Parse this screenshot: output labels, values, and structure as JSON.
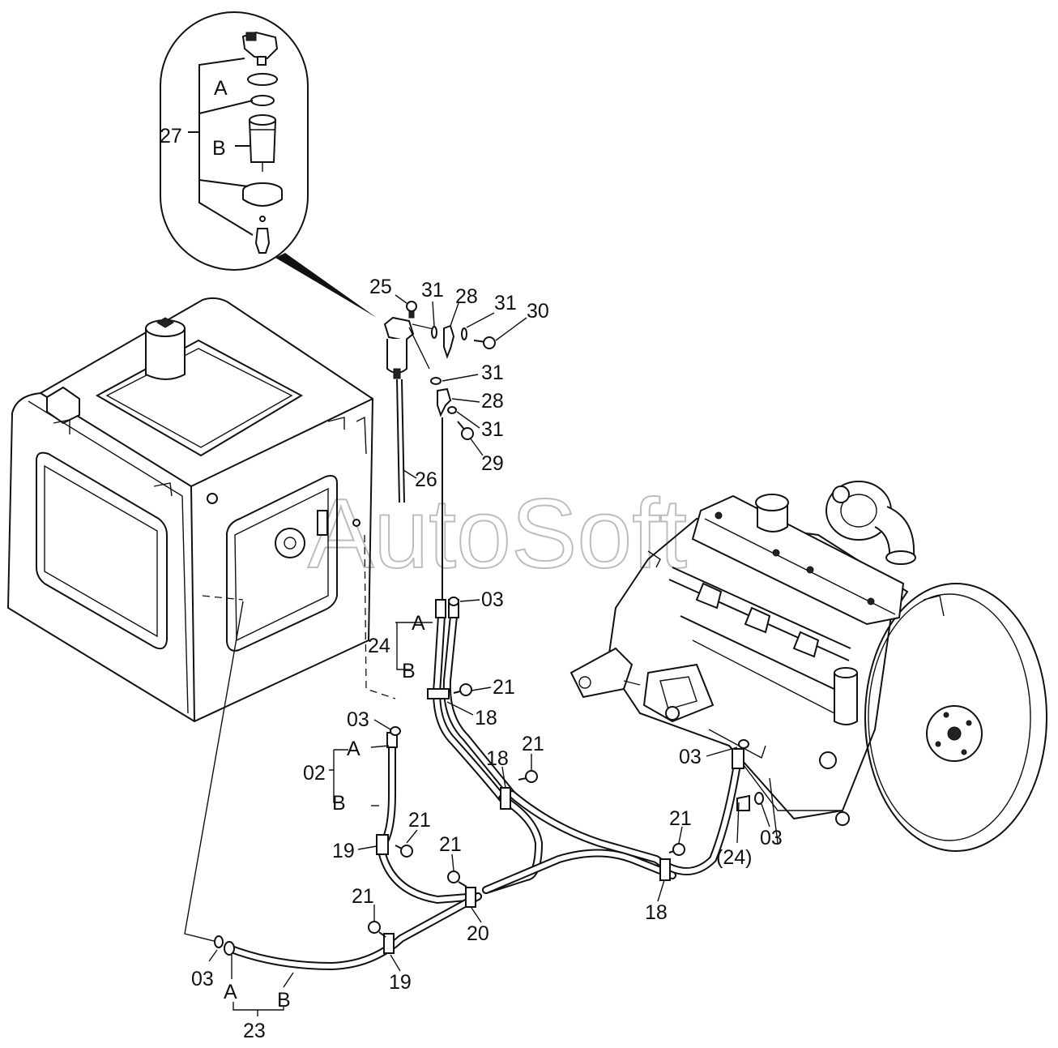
{
  "watermark": "AutoSoft",
  "labels": {
    "l27": "27",
    "l27A": "A",
    "l27B": "B",
    "l25": "25",
    "l31a": "31",
    "l28a": "28",
    "l31b": "31",
    "l30": "30",
    "l31c": "31",
    "l28b": "28",
    "l31d": "31",
    "l29": "29",
    "l26": "26",
    "l03a": "03",
    "l24A": "A",
    "l24": "24",
    "l24B": "B",
    "l21a": "21",
    "l18a": "18",
    "l03b": "03",
    "l02A": "A",
    "l02": "02",
    "l02B": "B",
    "l18b": "18",
    "l21b": "21",
    "l03c": "03",
    "l21c": "21",
    "l24p": "(24)",
    "l03d": "03",
    "l19a": "19",
    "l21d": "21",
    "l21e": "21",
    "l21f": "21",
    "l20": "20",
    "l18c": "18",
    "l03e": "03",
    "l19b": "19",
    "l23A": "A",
    "l23B": "B",
    "l23": "23"
  },
  "components": {
    "fuel_tank": "fuel-tank",
    "engine": "engine",
    "fuel_filter": "fuel-filter",
    "filter_detail": "filter-detail-callout"
  }
}
